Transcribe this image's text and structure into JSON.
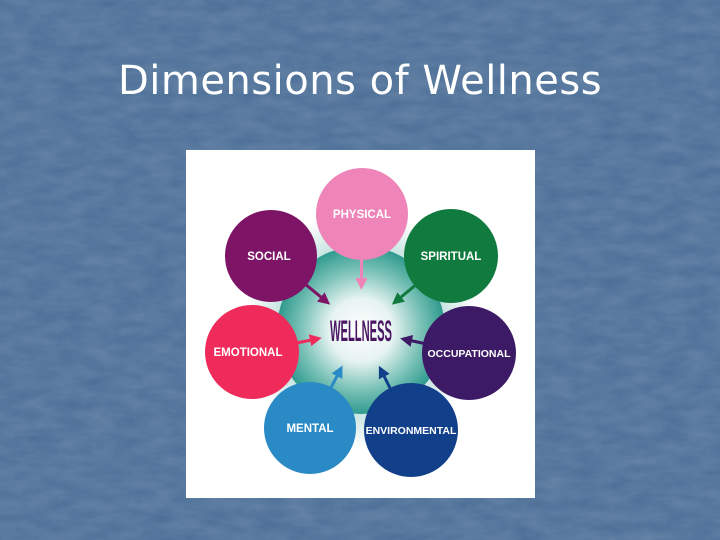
{
  "slide": {
    "title": "Dimensions of Wellness"
  },
  "diagram": {
    "center": {
      "label": "WELLNESS",
      "color": "#4b1763"
    },
    "nodes": [
      {
        "id": "physical",
        "label": "PHYSICAL",
        "color": "#ee84b8"
      },
      {
        "id": "spiritual",
        "label": "SPIRITUAL",
        "color": "#117a3e"
      },
      {
        "id": "occupational",
        "label": "OCCUPATIONAL",
        "color": "#3c1a66"
      },
      {
        "id": "environmental",
        "label": "ENVIRONMENTAL",
        "color": "#123f8a"
      },
      {
        "id": "mental",
        "label": "MENTAL",
        "color": "#2a8ac6"
      },
      {
        "id": "emotional",
        "label": "EMOTIONAL",
        "color": "#ef2b5c"
      },
      {
        "id": "social",
        "label": "SOCIAL",
        "color": "#7d1466"
      }
    ]
  },
  "colors": {
    "background": "#4a6d96",
    "glow": "#2f9a8e",
    "panel": "#ffffff"
  }
}
